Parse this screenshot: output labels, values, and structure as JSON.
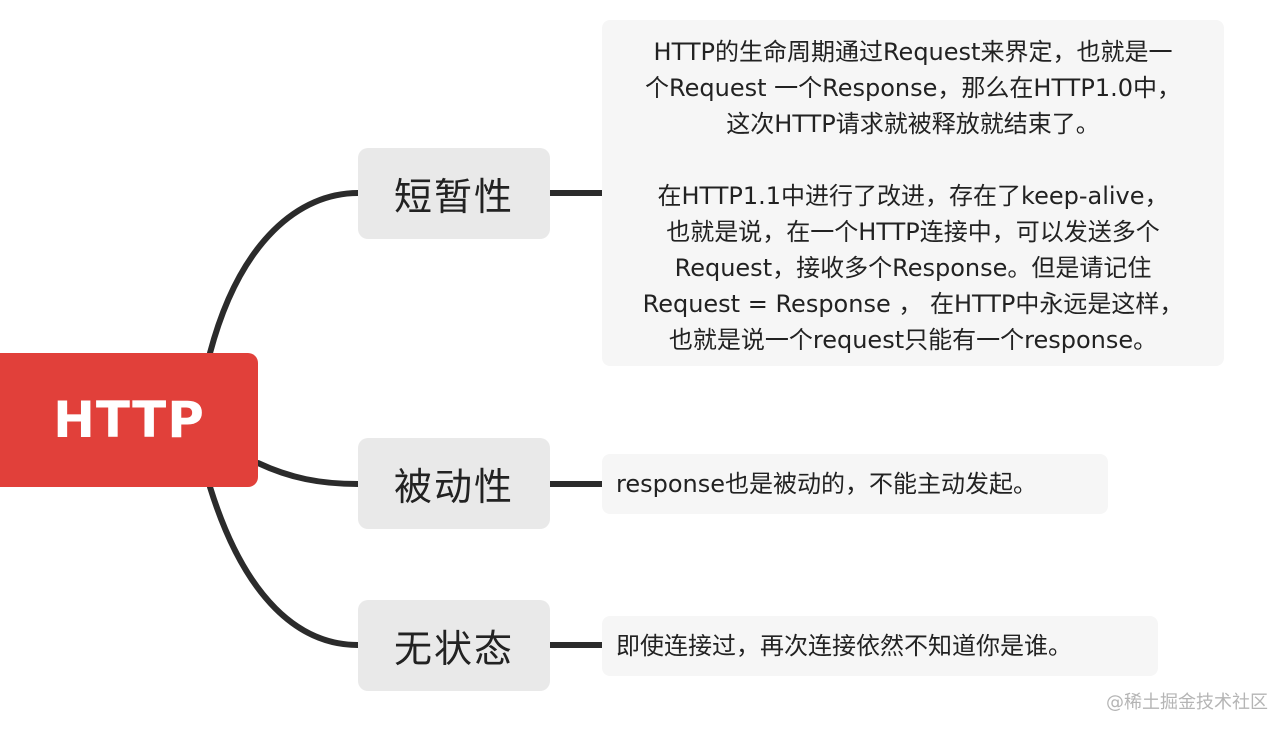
{
  "root": {
    "label": "HTTP"
  },
  "branches": [
    {
      "label": "短暂性",
      "note_paragraphs": [
        [
          "HTTP的生命周期通过Request来界定，也就是一",
          "个Request 一个Response，那么在HTTP1.0中，",
          "这次HTTP请求就被释放就结束了。"
        ],
        [
          "在HTTP1.1中进行了改进，存在了keep-alive，",
          "也就是说，在一个HTTP连接中，可以发送多个",
          "Request，接收多个Response。但是请记住",
          "Request = Response ， 在HTTP中永远是这样，",
          "也就是说一个request只能有一个response。"
        ]
      ]
    },
    {
      "label": "被动性",
      "note": "response也是被动的，不能主动发起。"
    },
    {
      "label": "无状态",
      "note": "即使连接过，再次连接依然不知道你是谁。"
    }
  ],
  "colors": {
    "root": "#e1403a",
    "branch": "#e9e9e9",
    "note": "#f6f6f6",
    "connector": "#2b2b2b"
  },
  "watermark": "@稀土掘金技术社区"
}
